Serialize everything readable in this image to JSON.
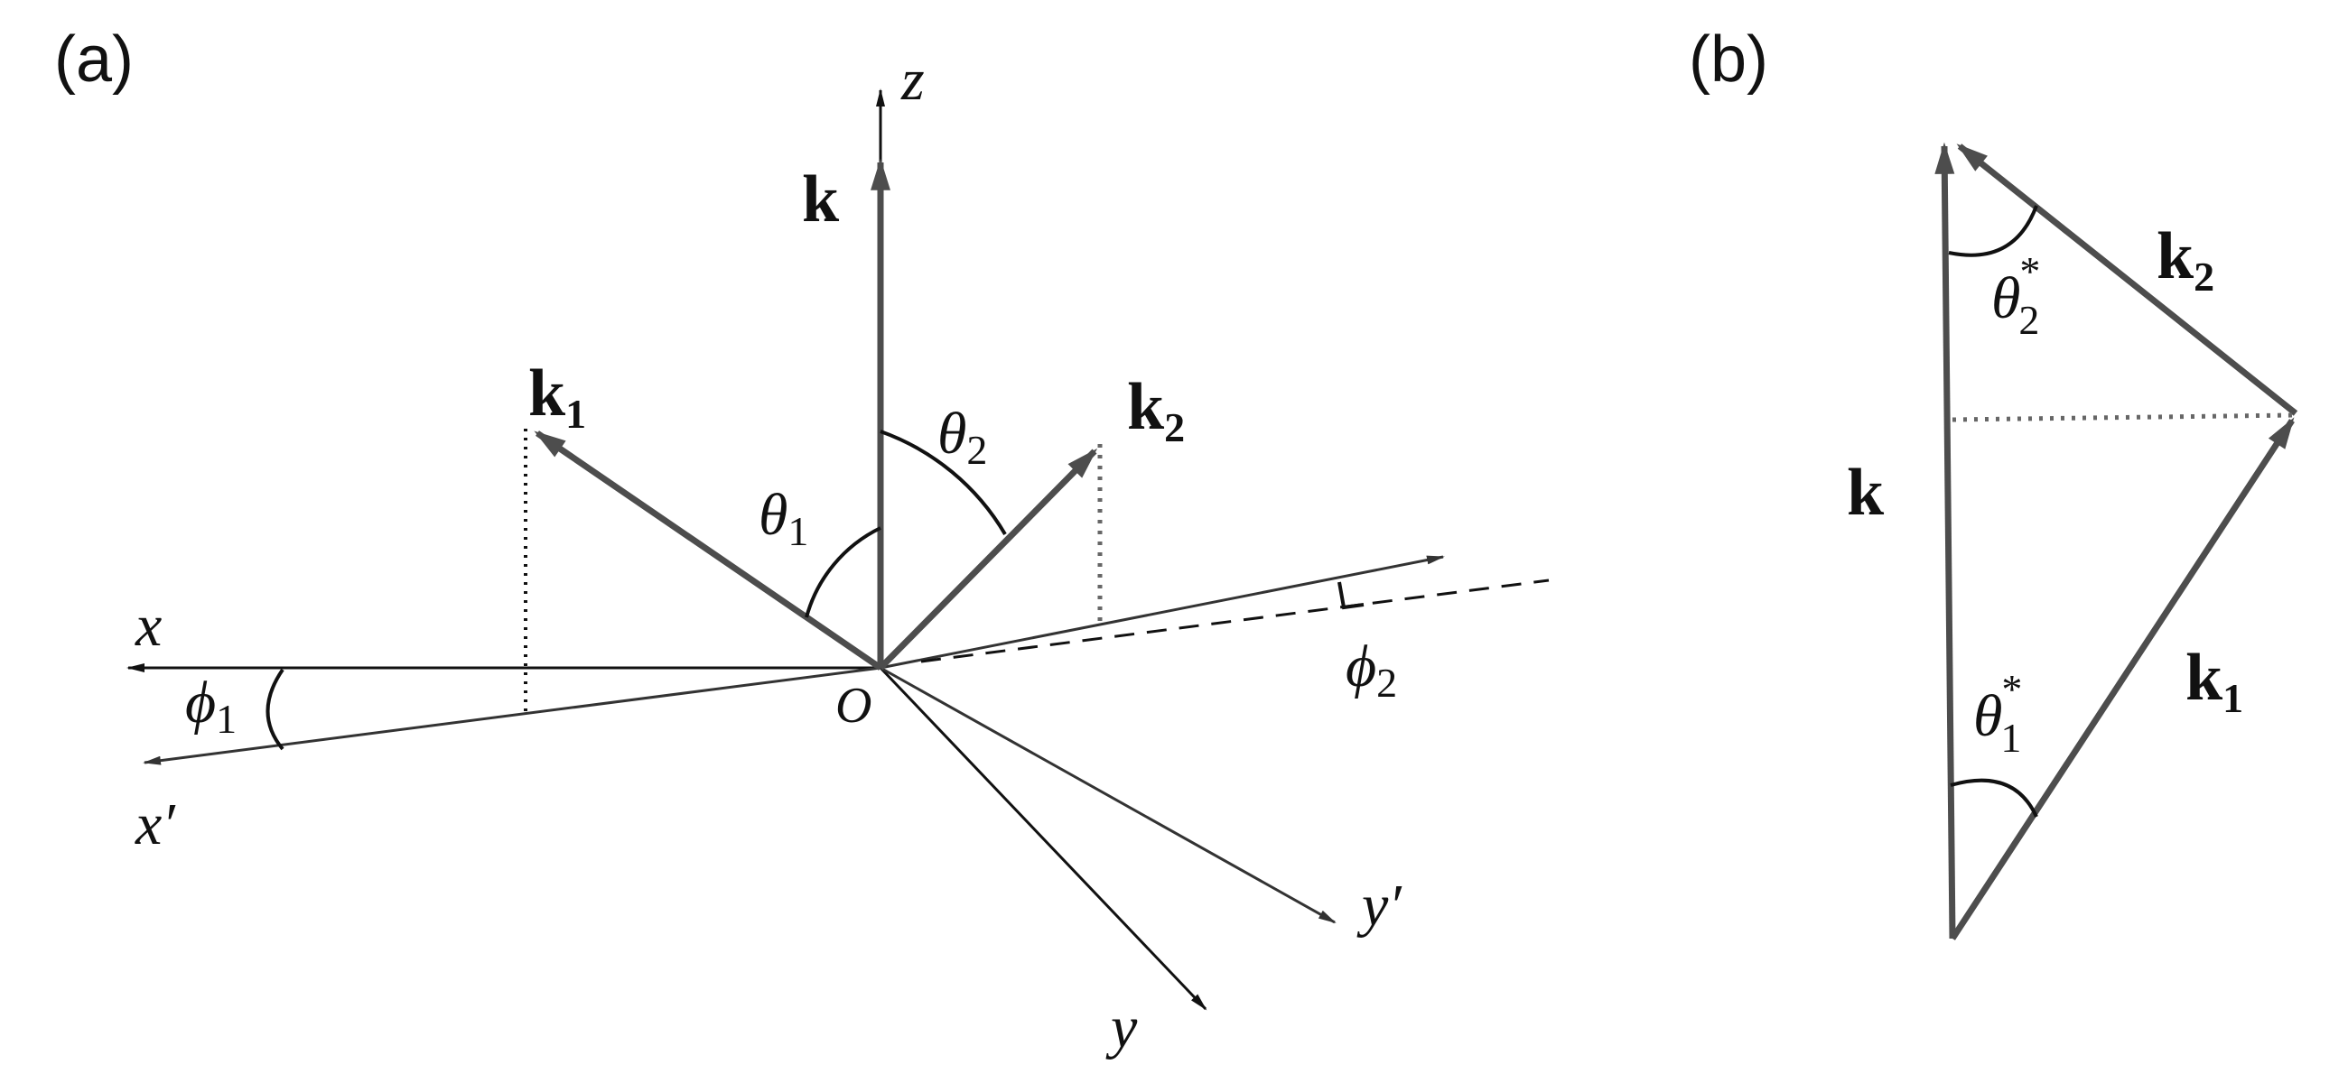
{
  "panels": {
    "a": {
      "label": "(a)"
    },
    "b": {
      "label": "(b)"
    }
  },
  "labels": {
    "z": "z",
    "x": "x",
    "x_prime": "x′",
    "y": "y",
    "y_prime": "y′",
    "origin": "O",
    "k": "k",
    "k1": "k",
    "k1_sub": "1",
    "k2": "k",
    "k2_sub": "2",
    "theta": "θ",
    "theta1_sub": "1",
    "theta2_sub": "2",
    "phi": "ϕ",
    "phi1_sub": "1",
    "phi2_sub": "2",
    "star": "*"
  },
  "colors": {
    "axis": "#111111",
    "vector": "#4d4d4d",
    "background": "#ffffff"
  }
}
